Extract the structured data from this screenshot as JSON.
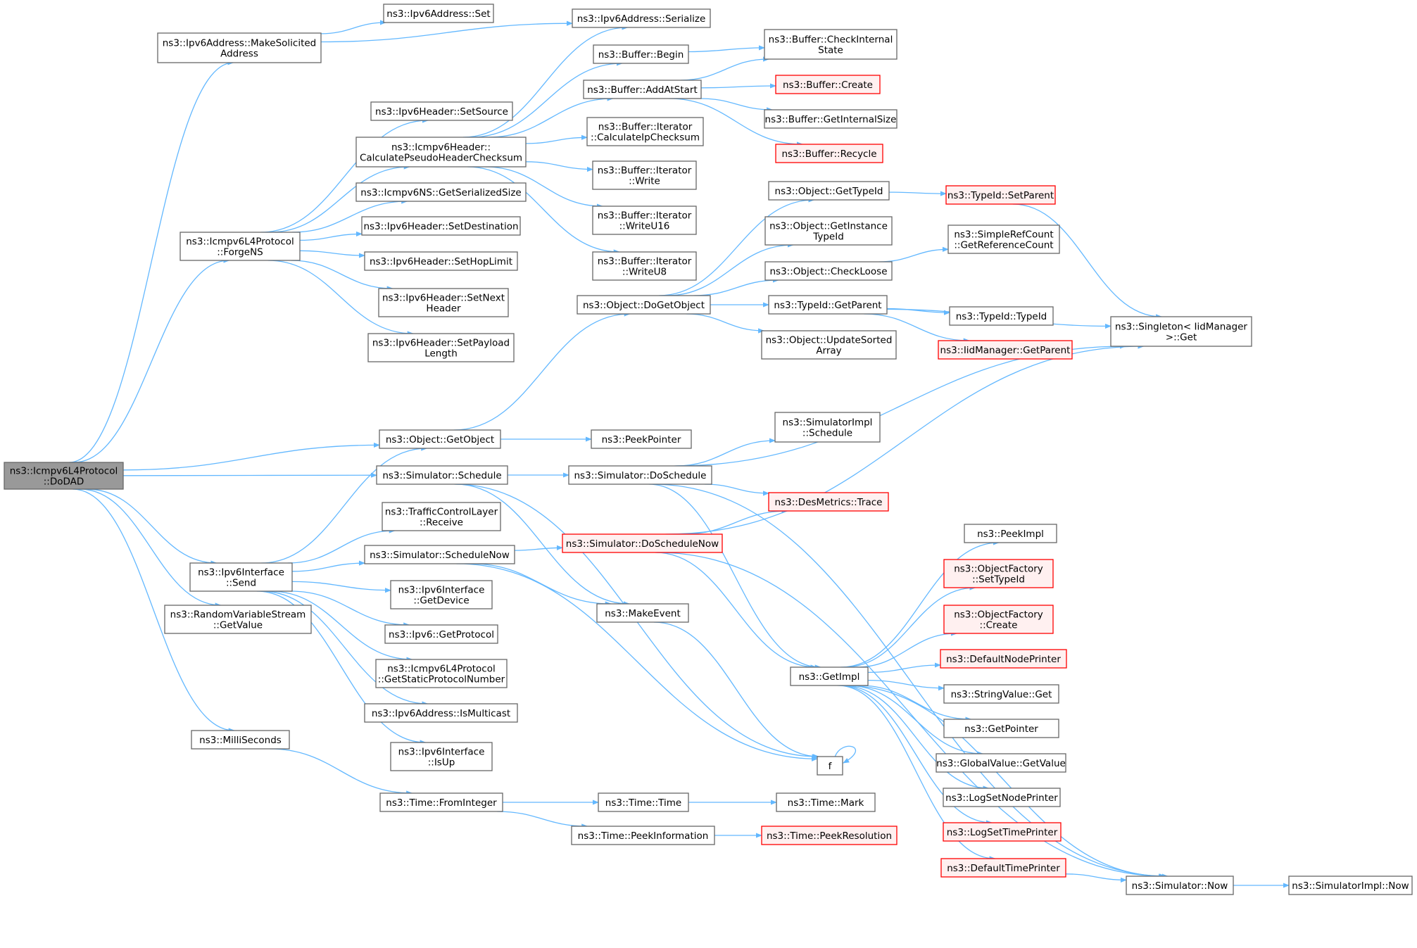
{
  "colors": {
    "edge": "#63b8ff",
    "node_fill": "#ffffff",
    "node_border": "#666666",
    "root_fill": "#999999",
    "root_border": "#666666",
    "undocumented_fill": "#fff0f0",
    "undocumented_border": "#ff0000"
  },
  "nodes": [
    {
      "id": "dodad",
      "lines": [
        "ns3::Icmpv6L4Protocol",
        "::DoDAD"
      ],
      "style": "root"
    },
    {
      "id": "makesolicited",
      "lines": [
        "ns3::Ipv6Address::MakeSolicited",
        "Address"
      ]
    },
    {
      "id": "ipv6set",
      "lines": [
        "ns3::Ipv6Address::Set"
      ]
    },
    {
      "id": "serialize",
      "lines": [
        "ns3::Ipv6Address::Serialize"
      ]
    },
    {
      "id": "forgens",
      "lines": [
        "ns3::Icmpv6L4Protocol",
        "::ForgeNS"
      ]
    },
    {
      "id": "setsource",
      "lines": [
        "ns3::Ipv6Header::SetSource"
      ]
    },
    {
      "id": "calcpseudo",
      "lines": [
        "ns3::Icmpv6Header::",
        "CalculatePseudoHeaderChecksum"
      ]
    },
    {
      "id": "getserialized",
      "lines": [
        "ns3::Icmpv6NS::GetSerializedSize"
      ]
    },
    {
      "id": "setdest",
      "lines": [
        "ns3::Ipv6Header::SetDestination"
      ]
    },
    {
      "id": "sethop",
      "lines": [
        "ns3::Ipv6Header::SetHopLimit"
      ]
    },
    {
      "id": "setnext",
      "lines": [
        "ns3::Ipv6Header::SetNext",
        "Header"
      ]
    },
    {
      "id": "setpayload",
      "lines": [
        "ns3::Ipv6Header::SetPayload",
        "Length"
      ]
    },
    {
      "id": "bufbegin",
      "lines": [
        "ns3::Buffer::Begin"
      ]
    },
    {
      "id": "addatstart",
      "lines": [
        "ns3::Buffer::AddAtStart"
      ]
    },
    {
      "id": "itcalc",
      "lines": [
        "ns3::Buffer::Iterator",
        "::CalculateIpChecksum"
      ]
    },
    {
      "id": "itwrite",
      "lines": [
        "ns3::Buffer::Iterator",
        "::Write"
      ]
    },
    {
      "id": "itwrite16",
      "lines": [
        "ns3::Buffer::Iterator",
        "::WriteU16"
      ]
    },
    {
      "id": "itwrite8",
      "lines": [
        "ns3::Buffer::Iterator",
        "::WriteU8"
      ]
    },
    {
      "id": "checkinternal",
      "lines": [
        "ns3::Buffer::CheckInternal",
        "State"
      ]
    },
    {
      "id": "bufcreate",
      "lines": [
        "ns3::Buffer::Create"
      ],
      "style": "undoc"
    },
    {
      "id": "getinternalsize",
      "lines": [
        "ns3::Buffer::GetInternalSize"
      ]
    },
    {
      "id": "recycle",
      "lines": [
        "ns3::Buffer::Recycle"
      ],
      "style": "undoc"
    },
    {
      "id": "dogetobject",
      "lines": [
        "ns3::Object::DoGetObject"
      ]
    },
    {
      "id": "gettypeid",
      "lines": [
        "ns3::Object::GetTypeId"
      ]
    },
    {
      "id": "getinstance",
      "lines": [
        "ns3::Object::GetInstance",
        "TypeId"
      ]
    },
    {
      "id": "checkloose",
      "lines": [
        "ns3::Object::CheckLoose"
      ]
    },
    {
      "id": "tidgetparent",
      "lines": [
        "ns3::TypeId::GetParent"
      ]
    },
    {
      "id": "updatesorted",
      "lines": [
        "ns3::Object::UpdateSorted",
        "Array"
      ]
    },
    {
      "id": "setparent",
      "lines": [
        "ns3::TypeId::SetParent"
      ],
      "style": "undoc"
    },
    {
      "id": "getrefcount",
      "lines": [
        "ns3::SimpleRefCount",
        "::GetReferenceCount"
      ]
    },
    {
      "id": "typeidctor",
      "lines": [
        "ns3::TypeId::TypeId"
      ]
    },
    {
      "id": "iidgetparent",
      "lines": [
        "ns3::IidManager::GetParent"
      ],
      "style": "undoc"
    },
    {
      "id": "singleton",
      "lines": [
        "ns3::Singleton< IidManager",
        ">::Get"
      ]
    },
    {
      "id": "getobject",
      "lines": [
        "ns3::Object::GetObject"
      ]
    },
    {
      "id": "peekpointer",
      "lines": [
        "ns3::PeekPointer"
      ]
    },
    {
      "id": "simschedule",
      "lines": [
        "ns3::Simulator::Schedule"
      ]
    },
    {
      "id": "doschedule",
      "lines": [
        "ns3::Simulator::DoSchedule"
      ]
    },
    {
      "id": "implschedule",
      "lines": [
        "ns3::SimulatorImpl",
        "::Schedule"
      ]
    },
    {
      "id": "desmetrics",
      "lines": [
        "ns3::DesMetrics::Trace"
      ],
      "style": "undoc"
    },
    {
      "id": "tclreceive",
      "lines": [
        "ns3::TrafficControlLayer",
        "::Receive"
      ]
    },
    {
      "id": "ifsend",
      "lines": [
        "ns3::Ipv6Interface",
        "::Send"
      ]
    },
    {
      "id": "schedulenow",
      "lines": [
        "ns3::Simulator::ScheduleNow"
      ]
    },
    {
      "id": "doschedulenow",
      "lines": [
        "ns3::Simulator::DoScheduleNow"
      ],
      "style": "undoc"
    },
    {
      "id": "getdevice",
      "lines": [
        "ns3::Ipv6Interface",
        "::GetDevice"
      ]
    },
    {
      "id": "makeevent",
      "lines": [
        "ns3::MakeEvent"
      ]
    },
    {
      "id": "getprotocol",
      "lines": [
        "ns3::Ipv6::GetProtocol"
      ]
    },
    {
      "id": "getstaticproto",
      "lines": [
        "ns3::Icmpv6L4Protocol",
        "::GetStaticProtocolNumber"
      ]
    },
    {
      "id": "ismulticast",
      "lines": [
        "ns3::Ipv6Address::IsMulticast"
      ]
    },
    {
      "id": "isup",
      "lines": [
        "ns3::Ipv6Interface",
        "::IsUp"
      ]
    },
    {
      "id": "rvsgetvalue",
      "lines": [
        "ns3::RandomVariableStream",
        "::GetValue"
      ]
    },
    {
      "id": "milliseconds",
      "lines": [
        "ns3::MilliSeconds"
      ]
    },
    {
      "id": "frominteger",
      "lines": [
        "ns3::Time::FromInteger"
      ]
    },
    {
      "id": "timetime",
      "lines": [
        "ns3::Time::Time"
      ]
    },
    {
      "id": "timemark",
      "lines": [
        "ns3::Time::Mark"
      ]
    },
    {
      "id": "peekinfo",
      "lines": [
        "ns3::Time::PeekInformation"
      ]
    },
    {
      "id": "peekres",
      "lines": [
        "ns3::Time::PeekResolution"
      ],
      "style": "undoc"
    },
    {
      "id": "getimpl",
      "lines": [
        "ns3::GetImpl"
      ]
    },
    {
      "id": "peekimpl",
      "lines": [
        "ns3::PeekImpl"
      ]
    },
    {
      "id": "ofsettypeid",
      "lines": [
        "ns3::ObjectFactory",
        "::SetTypeId"
      ],
      "style": "undoc"
    },
    {
      "id": "ofcreate",
      "lines": [
        "ns3::ObjectFactory",
        "::Create"
      ],
      "style": "undoc"
    },
    {
      "id": "defnodeprinter",
      "lines": [
        "ns3::DefaultNodePrinter"
      ],
      "style": "undoc"
    },
    {
      "id": "stringget",
      "lines": [
        "ns3::StringValue::Get"
      ]
    },
    {
      "id": "getpointer",
      "lines": [
        "ns3::GetPointer"
      ]
    },
    {
      "id": "globalgetvalue",
      "lines": [
        "ns3::GlobalValue::GetValue"
      ]
    },
    {
      "id": "logsetnode",
      "lines": [
        "ns3::LogSetNodePrinter"
      ]
    },
    {
      "id": "logsettime",
      "lines": [
        "ns3::LogSetTimePrinter"
      ],
      "style": "undoc"
    },
    {
      "id": "deftimeprinter",
      "lines": [
        "ns3::DefaultTimePrinter"
      ],
      "style": "undoc"
    },
    {
      "id": "simnow",
      "lines": [
        "ns3::Simulator::Now"
      ]
    },
    {
      "id": "implnow",
      "lines": [
        "ns3::SimulatorImpl::Now"
      ]
    },
    {
      "id": "f",
      "lines": [
        "f"
      ]
    }
  ],
  "edges": [
    [
      "dodad",
      "makesolicited"
    ],
    [
      "dodad",
      "forgens"
    ],
    [
      "dodad",
      "getobject"
    ],
    [
      "dodad",
      "simschedule"
    ],
    [
      "dodad",
      "ifsend"
    ],
    [
      "dodad",
      "rvsgetvalue"
    ],
    [
      "dodad",
      "milliseconds"
    ],
    [
      "makesolicited",
      "ipv6set"
    ],
    [
      "makesolicited",
      "serialize"
    ],
    [
      "forgens",
      "setsource"
    ],
    [
      "forgens",
      "calcpseudo"
    ],
    [
      "forgens",
      "getserialized"
    ],
    [
      "forgens",
      "setdest"
    ],
    [
      "forgens",
      "sethop"
    ],
    [
      "forgens",
      "setnext"
    ],
    [
      "forgens",
      "setpayload"
    ],
    [
      "calcpseudo",
      "serialize"
    ],
    [
      "calcpseudo",
      "bufbegin"
    ],
    [
      "calcpseudo",
      "addatstart"
    ],
    [
      "calcpseudo",
      "itcalc"
    ],
    [
      "calcpseudo",
      "itwrite"
    ],
    [
      "calcpseudo",
      "itwrite16"
    ],
    [
      "calcpseudo",
      "itwrite8"
    ],
    [
      "bufbegin",
      "checkinternal"
    ],
    [
      "addatstart",
      "checkinternal"
    ],
    [
      "addatstart",
      "bufcreate"
    ],
    [
      "addatstart",
      "getinternalsize"
    ],
    [
      "addatstart",
      "recycle"
    ],
    [
      "getobject",
      "dogetobject"
    ],
    [
      "getobject",
      "peekpointer"
    ],
    [
      "dogetobject",
      "gettypeid"
    ],
    [
      "dogetobject",
      "getinstance"
    ],
    [
      "dogetobject",
      "checkloose"
    ],
    [
      "dogetobject",
      "tidgetparent"
    ],
    [
      "dogetobject",
      "updatesorted"
    ],
    [
      "gettypeid",
      "setparent"
    ],
    [
      "setparent",
      "singleton"
    ],
    [
      "checkloose",
      "getrefcount"
    ],
    [
      "tidgetparent",
      "typeidctor"
    ],
    [
      "tidgetparent",
      "iidgetparent"
    ],
    [
      "tidgetparent",
      "singleton"
    ],
    [
      "simschedule",
      "doschedule"
    ],
    [
      "simschedule",
      "makeevent"
    ],
    [
      "simschedule",
      "f"
    ],
    [
      "doschedule",
      "implschedule"
    ],
    [
      "doschedule",
      "desmetrics"
    ],
    [
      "doschedule",
      "singleton"
    ],
    [
      "doschedule",
      "getimpl"
    ],
    [
      "doschedule",
      "simnow"
    ],
    [
      "ifsend",
      "getobject"
    ],
    [
      "ifsend",
      "tclreceive"
    ],
    [
      "ifsend",
      "schedulenow"
    ],
    [
      "ifsend",
      "getdevice"
    ],
    [
      "ifsend",
      "getprotocol"
    ],
    [
      "ifsend",
      "getstaticproto"
    ],
    [
      "ifsend",
      "ismulticast"
    ],
    [
      "ifsend",
      "isup"
    ],
    [
      "schedulenow",
      "doschedulenow"
    ],
    [
      "schedulenow",
      "makeevent"
    ],
    [
      "schedulenow",
      "f"
    ],
    [
      "doschedulenow",
      "desmetrics"
    ],
    [
      "doschedulenow",
      "singleton"
    ],
    [
      "doschedulenow",
      "getimpl"
    ],
    [
      "doschedulenow",
      "simnow"
    ],
    [
      "makeevent",
      "f"
    ],
    [
      "f",
      "f"
    ],
    [
      "milliseconds",
      "frominteger"
    ],
    [
      "frominteger",
      "timetime"
    ],
    [
      "frominteger",
      "peekinfo"
    ],
    [
      "timetime",
      "timemark"
    ],
    [
      "peekinfo",
      "peekres"
    ],
    [
      "getimpl",
      "peekimpl"
    ],
    [
      "getimpl",
      "ofsettypeid"
    ],
    [
      "getimpl",
      "ofcreate"
    ],
    [
      "getimpl",
      "defnodeprinter"
    ],
    [
      "getimpl",
      "stringget"
    ],
    [
      "getimpl",
      "getpointer"
    ],
    [
      "getimpl",
      "globalgetvalue"
    ],
    [
      "getimpl",
      "logsetnode"
    ],
    [
      "getimpl",
      "logsettime"
    ],
    [
      "getimpl",
      "deftimeprinter"
    ],
    [
      "getimpl",
      "simnow"
    ],
    [
      "deftimeprinter",
      "simnow"
    ],
    [
      "simnow",
      "implnow"
    ]
  ]
}
